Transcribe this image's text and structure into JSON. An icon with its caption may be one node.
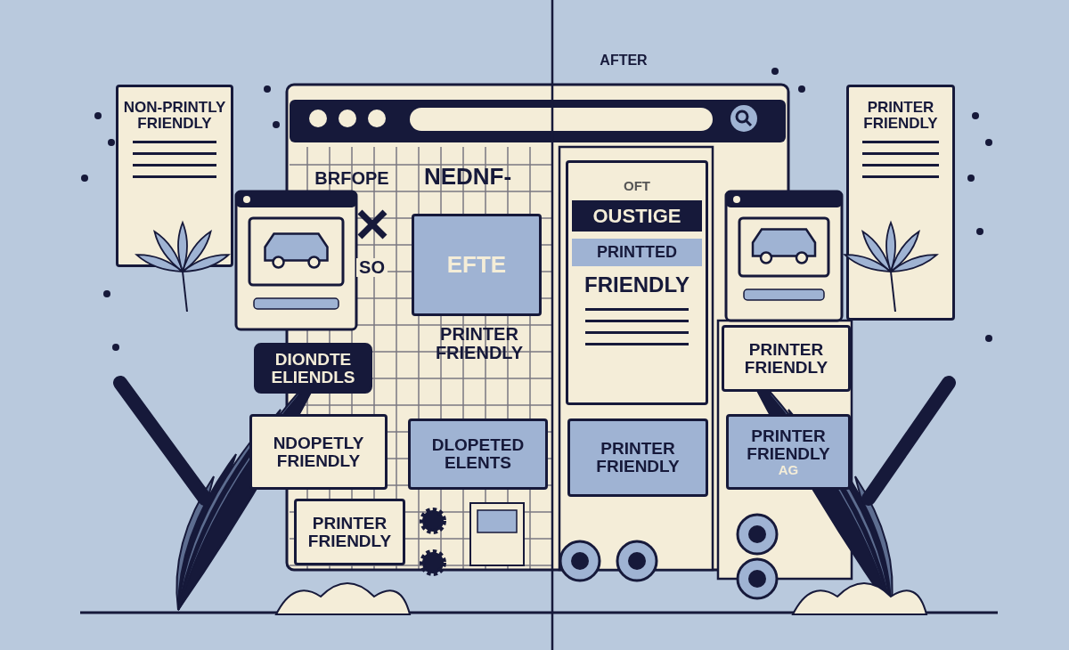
{
  "diagram": {
    "nodes": [
      {
        "text": [
          "NON-PRINTLY FRIENDLY"
        ]
      },
      {
        "text": [
          "EFTE"
        ]
      },
      {
        "text": [
          "DIONDTE ELIENDLS"
        ]
      },
      {
        "text": [
          "NDOPETLY FRIENDLY"
        ]
      },
      {
        "text": [
          "DLOPETED ELENTS"
        ]
      },
      {
        "text": [
          "PRINTER FRIENDLY"
        ]
      },
      {
        "text": [
          "OFT",
          "OUSTIGE",
          "PRINTTED",
          "FRIENDLY"
        ]
      },
      {
        "text": [
          "PRINTER FRIENDLY"
        ]
      },
      {
        "text": [
          "PRINTER FRIENDLY"
        ]
      },
      {
        "text": [
          "PRINTER FRIENDLY",
          "AG"
        ]
      },
      {
        "text": [
          "PRINTER FRIENDLY"
        ]
      }
    ],
    "edges": [],
    "labels": [
      "AFTER",
      "BRFOPE",
      "NEDNF-",
      "SO",
      "PRINTER FRIENDLY"
    ]
  }
}
